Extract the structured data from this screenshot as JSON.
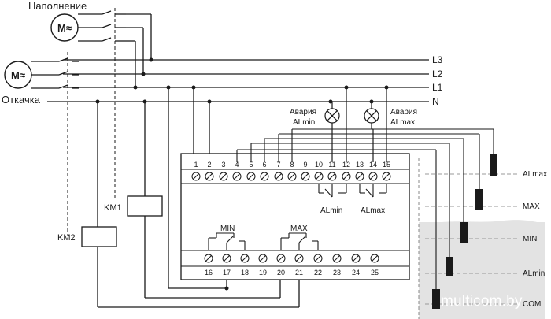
{
  "labels": {
    "fill": "Наполнение",
    "drain": "Откачка",
    "motor": "M≈",
    "km1": "KM1",
    "km2": "KM2",
    "alarm": "Авария",
    "almin": "ALmin",
    "almax": "ALmax",
    "min": "MIN",
    "max": "MAX"
  },
  "lines": [
    "L3",
    "L2",
    "L1",
    "N"
  ],
  "terminals_top": [
    "1",
    "2",
    "3",
    "4",
    "5",
    "6",
    "7",
    "8",
    "9",
    "10",
    "11",
    "12",
    "13",
    "14",
    "15"
  ],
  "terminals_bottom": [
    "16",
    "17",
    "18",
    "19",
    "20",
    "21",
    "22",
    "23",
    "24",
    "25"
  ],
  "relay_labels": [
    "ALmin",
    "ALmax"
  ],
  "tank_levels": [
    "ALmax",
    "MAX",
    "MIN",
    "ALmin",
    "COM"
  ],
  "watermark": "multicom.by"
}
